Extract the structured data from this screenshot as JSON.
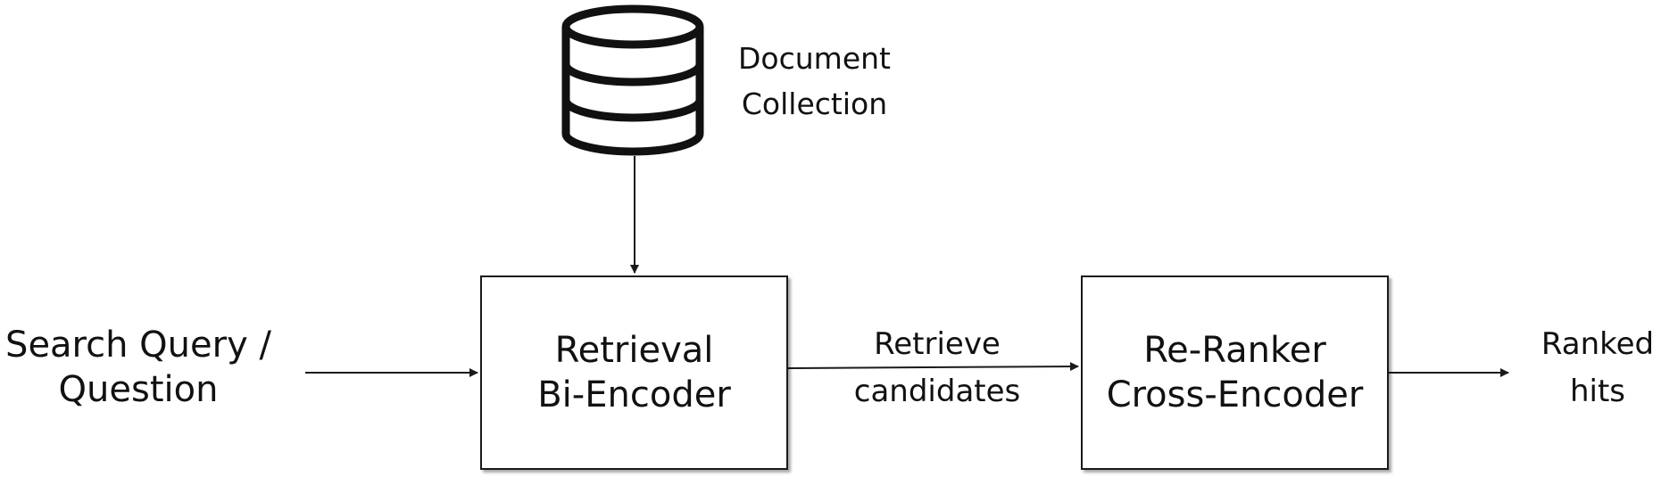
{
  "diagram": {
    "document_collection": {
      "icon": "database-icon",
      "line1": "Document",
      "line2": "Collection"
    },
    "search_query": {
      "line1": "Search Query /",
      "line2": "Question"
    },
    "retrieval": {
      "line1": "Retrieval",
      "line2": "Bi-Encoder"
    },
    "retrieve_candidates": {
      "line1": "Retrieve",
      "line2": "candidates"
    },
    "reranker": {
      "line1": "Re-Ranker",
      "line2": "Cross-Encoder"
    },
    "ranked_hits": {
      "line1": "Ranked",
      "line2": "hits"
    },
    "colors": {
      "stroke": "#1a1a1a",
      "background": "#ffffff"
    }
  }
}
